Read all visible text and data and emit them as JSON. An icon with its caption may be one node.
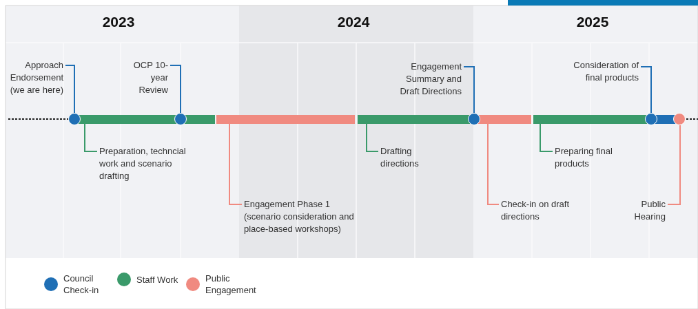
{
  "diagram": {
    "nodes": [
      {
        "text": [
          "Approach Endorsement (we are here)"
        ]
      },
      {
        "text": [
          "OCP 10-year Review"
        ]
      },
      {
        "text": [
          "Engagement Summary and Draft Directions"
        ]
      },
      {
        "text": [
          "Consideration of final products"
        ]
      },
      {
        "text": [
          "Preparation, techncial work and scenario drafting"
        ]
      },
      {
        "text": [
          "Drafting directions"
        ]
      },
      {
        "text": [
          "Preparing final products"
        ]
      },
      {
        "text": [
          "Engagement Phase 1 (scenario consideration and place-based workshops)"
        ]
      },
      {
        "text": [
          "Check-in on draft directions"
        ]
      },
      {
        "text": [
          "Public Hearing"
        ]
      },
      {
        "text": [],
        "shape": "bar"
      },
      {
        "text": [],
        "shape": "bar"
      },
      {
        "text": [],
        "shape": "bar"
      },
      {
        "text": [],
        "shape": "bar"
      },
      {
        "text": [],
        "shape": "bar"
      },
      {
        "text": [],
        "shape": "bar"
      },
      {
        "text": [],
        "shape": "circle"
      },
      {
        "text": [],
        "shape": "circle"
      },
      {
        "text": [],
        "shape": "circle"
      },
      {
        "text": [],
        "shape": "circle"
      },
      {
        "text": [],
        "shape": "circle"
      }
    ],
    "edges": [
      {
        "from": 0,
        "to": 16,
        "arrow": "none",
        "color": "#1f6fb5"
      },
      {
        "from": 1,
        "to": 17,
        "arrow": "none",
        "color": "#1f6fb5"
      },
      {
        "from": 2,
        "to": 18,
        "arrow": "none",
        "color": "#1f6fb5"
      },
      {
        "from": 3,
        "to": 19,
        "arrow": "none",
        "color": "#1f6fb5"
      },
      {
        "from": 4,
        "to": 10,
        "arrow": "none",
        "color": "#3a9a6a"
      },
      {
        "from": 5,
        "to": 12,
        "arrow": "none",
        "color": "#3a9a6a"
      },
      {
        "from": 6,
        "to": 14,
        "arrow": "none",
        "color": "#3a9a6a"
      },
      {
        "from": 7,
        "to": 11,
        "arrow": "none",
        "color": "#f08a80"
      },
      {
        "from": 8,
        "to": 13,
        "arrow": "none",
        "color": "#f08a80"
      },
      {
        "from": 9,
        "to": 20,
        "arrow": "none",
        "color": "#f08a80"
      }
    ],
    "labels": [
      "2023",
      "2024",
      "2025"
    ],
    "legend": [
      {
        "text": "Council Check-in",
        "color": "#1f6fb5"
      },
      {
        "text": "Staff Work",
        "color": "#3a9a6a"
      },
      {
        "text": "Public Engagement",
        "color": "#f08a80"
      }
    ]
  }
}
